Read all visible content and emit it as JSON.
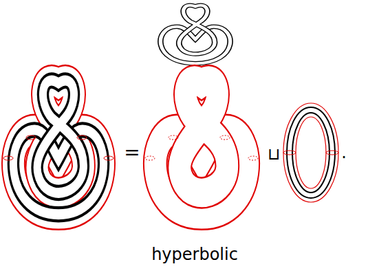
{
  "diagram": {
    "labels": [
      "=",
      "⊔",
      ".",
      "hyperbolic"
    ]
  }
}
